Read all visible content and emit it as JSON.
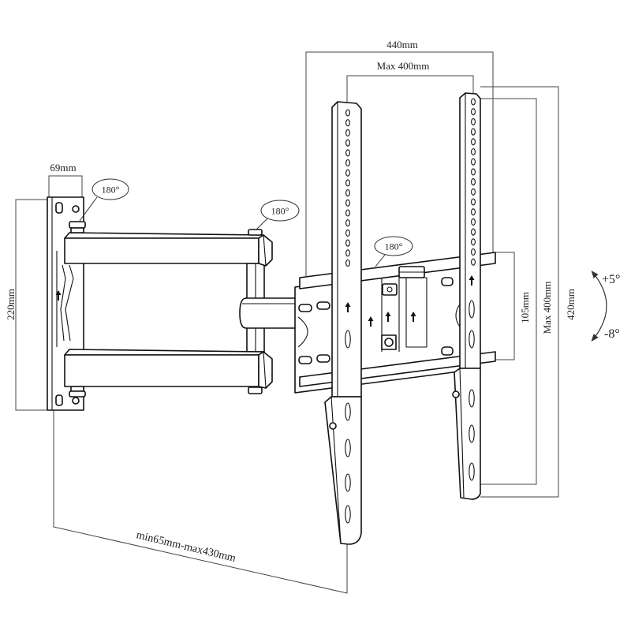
{
  "dimensions": {
    "outer_width": "440mm",
    "vesa_width": "Max 400mm",
    "plate_width": "69mm",
    "plate_height": "220mm",
    "rail_height": "105mm",
    "vesa_height": "Max 400mm",
    "outer_height": "420mm",
    "extension": "min65mm-max430mm"
  },
  "swivel_labels": [
    "180°",
    "180°",
    "180°"
  ],
  "tilt": {
    "up": "+5°",
    "down": "-8°"
  }
}
